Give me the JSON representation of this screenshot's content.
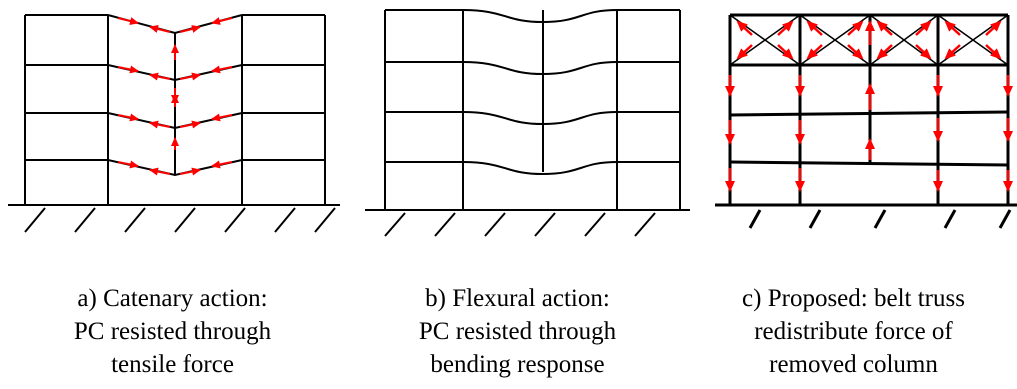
{
  "colors": {
    "structure": "#000000",
    "force_arrow": "#ff0000"
  },
  "panels": [
    {
      "id": "a",
      "caption": [
        "a) Catenary action:",
        "PC resisted through",
        "tensile force"
      ]
    },
    {
      "id": "b",
      "caption": [
        "b) Flexural action:",
        "PC resisted through",
        "bending response"
      ]
    },
    {
      "id": "c",
      "caption": [
        "c) Proposed: belt truss",
        "redistribute force of",
        "removed column"
      ]
    }
  ]
}
